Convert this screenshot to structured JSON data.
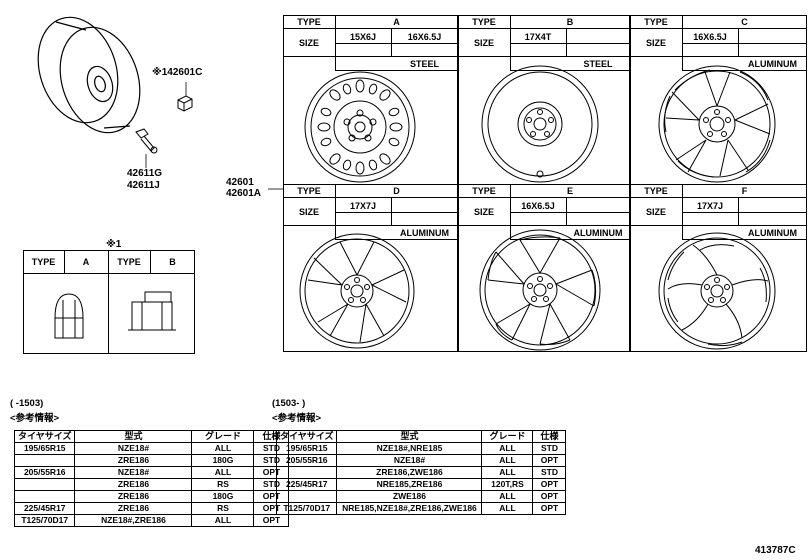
{
  "parts": {
    "nut_part": "※142601C",
    "valve_part_1": "42611G",
    "valve_part_2": "42611J",
    "wheel_part_1": "42601",
    "wheel_part_2": "42601A",
    "footnote_mark": "※1",
    "diagram_id": "413787C"
  },
  "nut_types": {
    "type_label": "TYPE",
    "type_a": "A",
    "type_b": "B"
  },
  "wheels": [
    {
      "type_label": "TYPE",
      "type": "A",
      "size_label": "SIZE",
      "size1": "15X6J",
      "size2": "16X6.5J",
      "material": "STEEL"
    },
    {
      "type_label": "TYPE",
      "type": "B",
      "size_label": "SIZE",
      "size1": "17X4T",
      "size2": "",
      "material": "STEEL"
    },
    {
      "type_label": "TYPE",
      "type": "C",
      "size_label": "SIZE",
      "size1": "16X6.5J",
      "size2": "",
      "material": "ALUMINUM"
    },
    {
      "type_label": "TYPE",
      "type": "D",
      "size_label": "SIZE",
      "size1": "17X7J",
      "size2": "",
      "material": "ALUMINUM"
    },
    {
      "type_label": "TYPE",
      "type": "E",
      "size_label": "SIZE",
      "size1": "16X6.5J",
      "size2": "",
      "material": "ALUMINUM"
    },
    {
      "type_label": "TYPE",
      "type": "F",
      "size_label": "SIZE",
      "size1": "17X7J",
      "size2": "",
      "material": "ALUMINUM"
    }
  ],
  "ref_left": {
    "period": "(      -1503)",
    "title": "<参考情報>",
    "headers": [
      "タイヤサイズ",
      "型式",
      "グレード",
      "仕様"
    ],
    "rows": [
      [
        "195/65R15",
        "NZE18#",
        "ALL",
        "STD"
      ],
      [
        "",
        "ZRE186",
        "180G",
        "STD"
      ],
      [
        "205/55R16",
        "NZE18#",
        "ALL",
        "OPT"
      ],
      [
        "",
        "ZRE186",
        "RS",
        "STD"
      ],
      [
        "",
        "ZRE186",
        "180G",
        "OPT"
      ],
      [
        "225/45R17",
        "ZRE186",
        "RS",
        "OPT"
      ],
      [
        "T125/70D17",
        "NZE18#,ZRE186",
        "ALL",
        "OPT"
      ]
    ]
  },
  "ref_right": {
    "period": "(1503-      )",
    "title": "<参考情報>",
    "headers": [
      "タイヤサイズ",
      "型式",
      "グレード",
      "仕様"
    ],
    "rows": [
      [
        "195/65R15",
        "NZE18#,NRE185",
        "ALL",
        "STD"
      ],
      [
        "205/55R16",
        "NZE18#",
        "ALL",
        "OPT"
      ],
      [
        "",
        "ZRE186,ZWE186",
        "ALL",
        "STD"
      ],
      [
        "225/45R17",
        "NRE185,ZRE186",
        "120T,RS",
        "OPT"
      ],
      [
        "",
        "ZWE186",
        "ALL",
        "OPT"
      ],
      [
        "T125/70D17",
        "NRE185,NZE18#,ZRE186,ZWE186",
        "ALL",
        "OPT"
      ]
    ]
  }
}
